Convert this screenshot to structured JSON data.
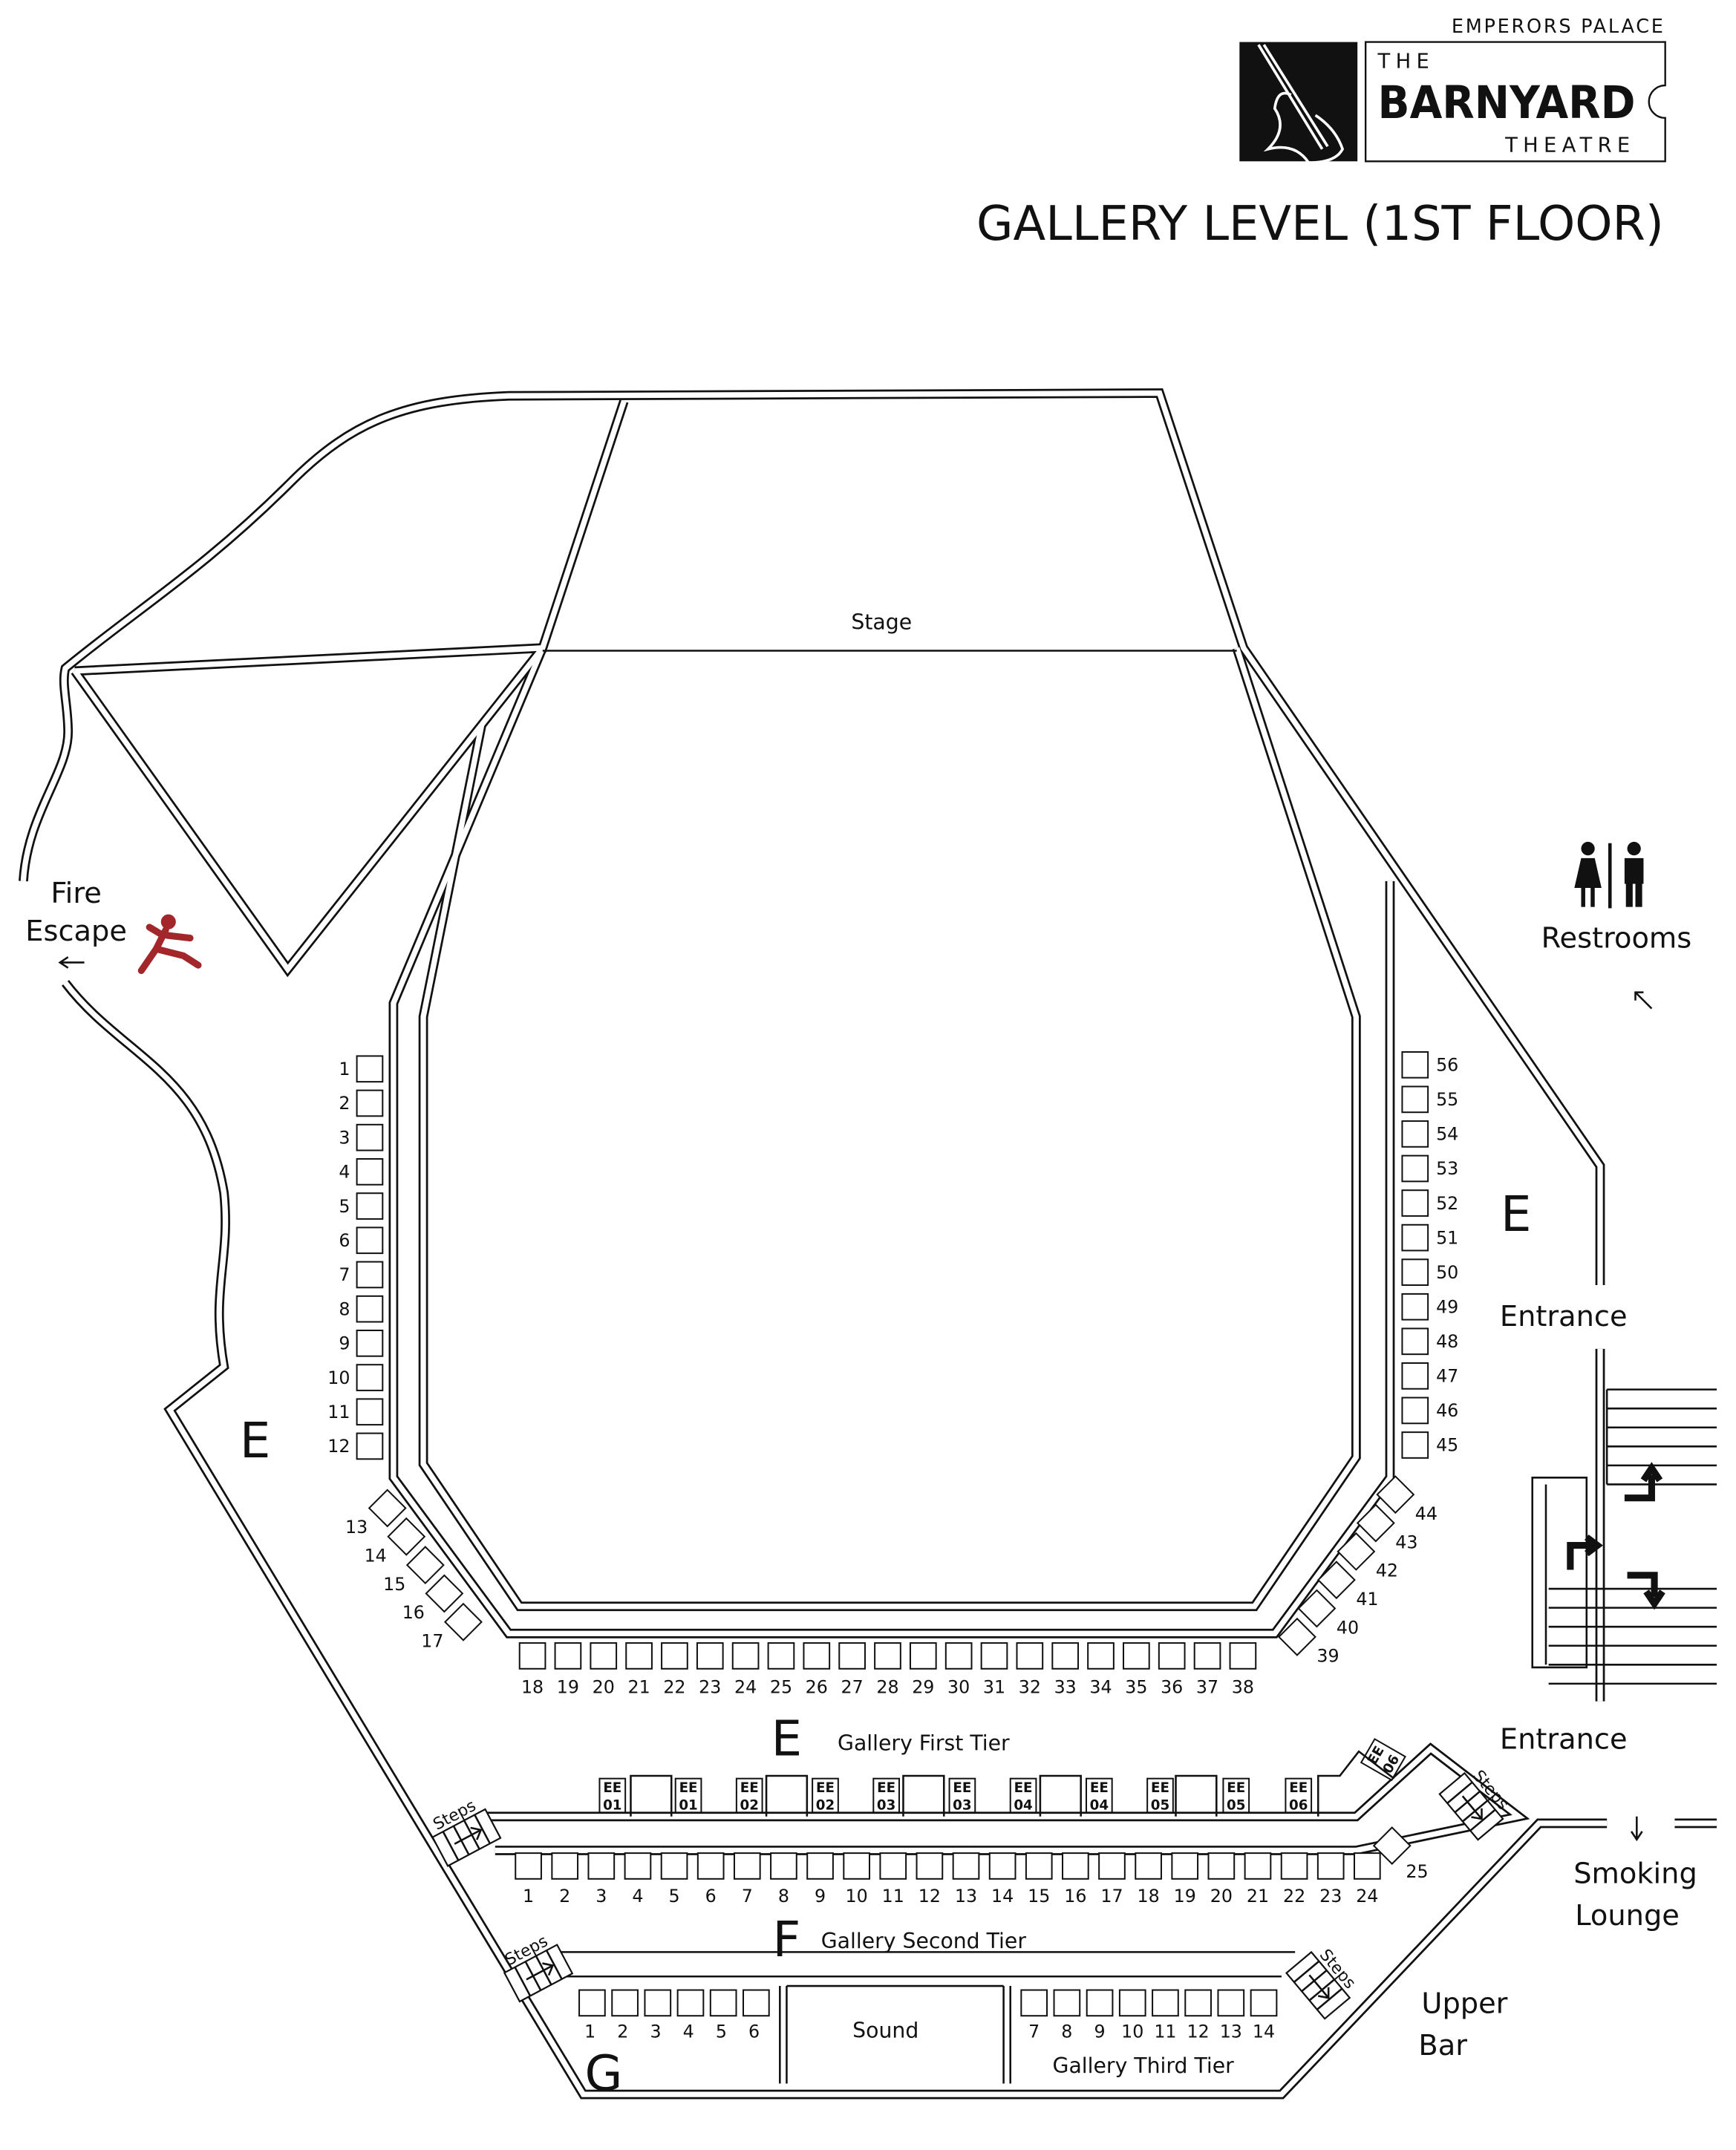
{
  "header": {
    "brand_top": "EMPERORS PALACE",
    "logo_the": "THE",
    "logo_name": "BARNYARD",
    "logo_theatre": "THEATRE",
    "title": "GALLERY LEVEL (1ST FLOOR)"
  },
  "labels": {
    "stage": "Stage",
    "fire_escape_1": "Fire",
    "fire_escape_2": "Escape",
    "restrooms": "Restrooms",
    "entrance_top": "Entrance",
    "entrance_bottom": "Entrance",
    "smoking_1": "Smoking",
    "smoking_2": "Lounge",
    "upper_bar_1": "Upper",
    "upper_bar_2": "Bar",
    "section_e_left": "E",
    "section_e_right": "E",
    "section_e_tier": "E",
    "section_f": "F",
    "section_g": "G",
    "gallery_first_tier": "Gallery First Tier",
    "gallery_second_tier": "Gallery Second Tier",
    "gallery_third_tier": "Gallery Third Tier",
    "sound": "Sound",
    "steps": "Steps"
  },
  "seats": {
    "e_left": [
      "1",
      "2",
      "3",
      "4",
      "5",
      "6",
      "7",
      "8",
      "9",
      "10",
      "11",
      "12"
    ],
    "e_left_diag": [
      "13",
      "14",
      "15",
      "16",
      "17"
    ],
    "e_front": [
      "18",
      "19",
      "20",
      "21",
      "22",
      "23",
      "24",
      "25",
      "26",
      "27",
      "28",
      "29",
      "30",
      "31",
      "32",
      "33",
      "34",
      "35",
      "36",
      "37",
      "38"
    ],
    "e_right_diag": [
      "39",
      "40",
      "41",
      "42",
      "43",
      "44"
    ],
    "e_right": [
      "56",
      "55",
      "54",
      "53",
      "52",
      "51",
      "50",
      "49",
      "48",
      "47",
      "46",
      "45"
    ],
    "f_row": [
      "1",
      "2",
      "3",
      "4",
      "5",
      "6",
      "7",
      "8",
      "9",
      "10",
      "11",
      "12",
      "13",
      "14",
      "15",
      "16",
      "17",
      "18",
      "19",
      "20",
      "21",
      "22",
      "23",
      "24"
    ],
    "f_extra": "25",
    "g_left": [
      "1",
      "2",
      "3",
      "4",
      "5",
      "6"
    ],
    "g_right": [
      "7",
      "8",
      "9",
      "10",
      "11",
      "12",
      "13",
      "14"
    ]
  },
  "boxes": [
    "EE 01",
    "EE 01",
    "EE 02",
    "EE 02",
    "EE 03",
    "EE 03",
    "EE 04",
    "EE 04",
    "EE 05",
    "EE 05",
    "EE 06",
    "EE 06"
  ],
  "colors": {
    "ink": "#111111",
    "fire_escape_figure": "#a3262a"
  }
}
